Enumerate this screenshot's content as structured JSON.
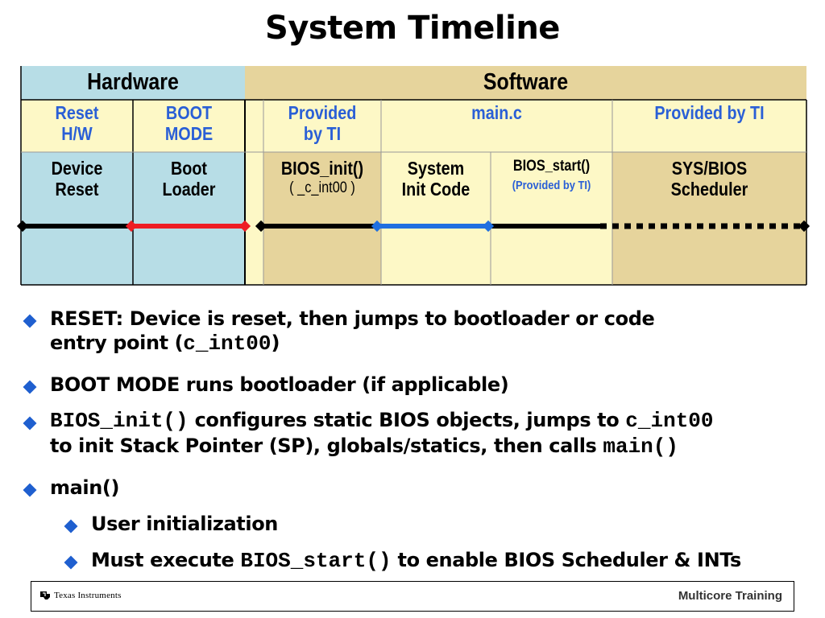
{
  "title": "System Timeline",
  "diagram": {
    "hardware_header": "Hardware",
    "software_header": "Software",
    "reset_hw": [
      "Reset",
      "H/W"
    ],
    "boot_mode": [
      "BOOT",
      "MODE"
    ],
    "provided_by_ti_1": [
      "Provided",
      "by TI"
    ],
    "main_c": "main.c",
    "provided_by_ti_2": "Provided by TI",
    "device_reset": [
      "Device",
      "Reset"
    ],
    "boot_loader": [
      "Boot",
      "Loader"
    ],
    "bios_init": "BIOS_init()",
    "c_int00": "( _c_int00 )",
    "system_init": [
      "System",
      "Init Code"
    ],
    "bios_start": "BIOS_start()",
    "bios_start_note": "(Provided by TI)",
    "sys_bios": [
      "SYS/BIOS",
      "Scheduler"
    ],
    "colors": {
      "hardware": "#b7dde6",
      "software": "#e6d49c",
      "light_yellow": "#fdf8c6",
      "accent_blue": "#2a5fd6",
      "timeline_red": "#ee1c24",
      "timeline_blue": "#1f6fe0"
    }
  },
  "bullets": [
    {
      "line1": "RESET: Device is reset, then jumps to bootloader or code",
      "line2_pre": "entry point (",
      "line2_code": "c_int00",
      "line2_post": ")"
    },
    {
      "line1": "BOOT MODE runs bootloader (if applicable)"
    },
    {
      "l1_code": "BIOS_init()",
      "l1_mid": " configures static BIOS objects, jumps to ",
      "l1_code2": "c_int00",
      "l2_pre": "to init Stack Pointer (SP), globals/statics, then calls ",
      "l2_code": "main()"
    },
    {
      "line1": "main()"
    },
    {
      "line1": "User initialization"
    },
    {
      "pre": "Must execute ",
      "code": "BIOS_start()",
      "post": " to enable BIOS Scheduler & INTs"
    }
  ],
  "footer": {
    "company": "Texas Instruments",
    "right": "Multicore Training"
  }
}
